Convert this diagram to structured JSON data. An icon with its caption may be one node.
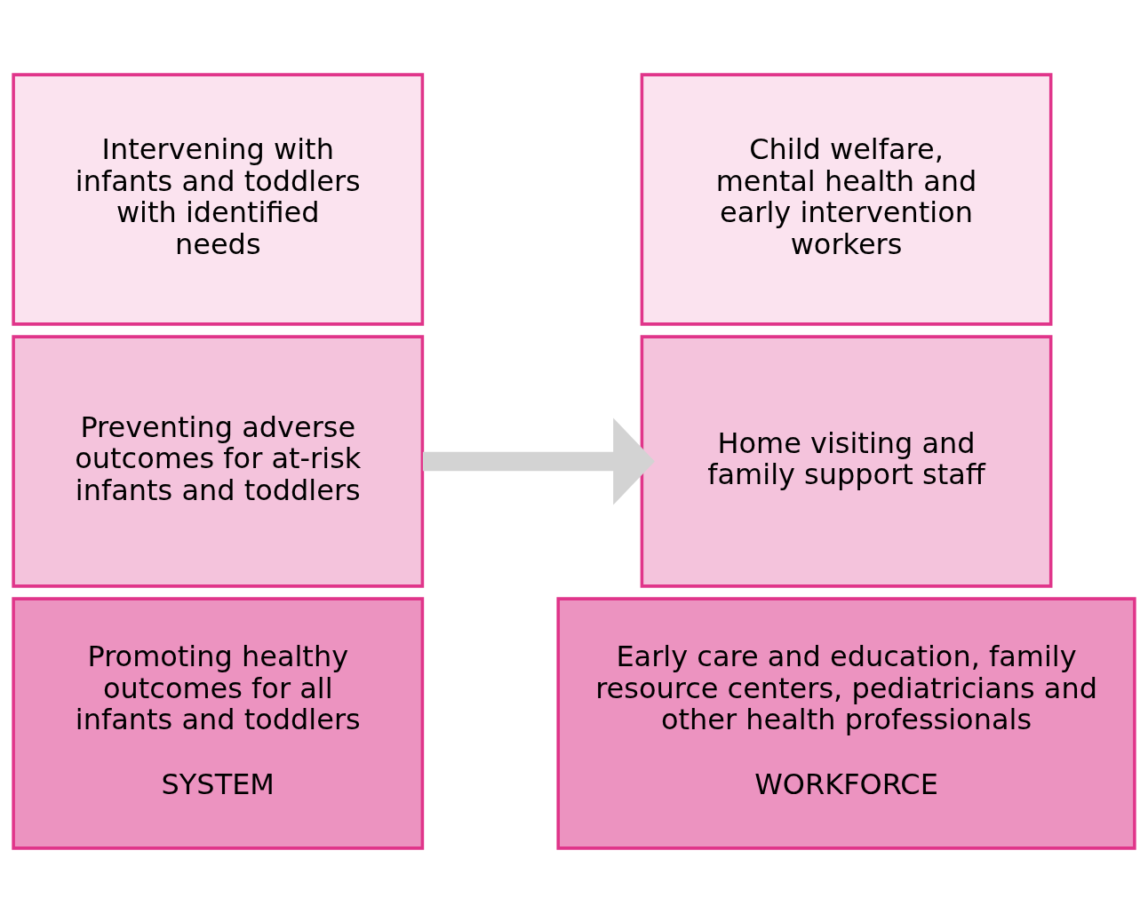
{
  "diagram": {
    "nodes": [
      {
        "text": [
          "Intervening with infants and toddlers with identified needs"
        ]
      },
      {
        "text": [
          "Preventing adverse outcomes for at-risk infants and toddlers"
        ]
      },
      {
        "text": [
          "Promoting healthy outcomes for all infants and toddlers",
          "SYSTEM"
        ]
      },
      {
        "text": [
          "Child welfare, mental health and early intervention workers"
        ]
      },
      {
        "text": [
          "Home visiting and family support staff"
        ]
      },
      {
        "text": [
          "Early care and education, family resource centers, pediatricians and other health professionals",
          "WORKFORCE"
        ]
      }
    ],
    "edges": [
      {
        "from": 1,
        "to": 4,
        "arrow": "to",
        "color": "#d3d3d3"
      }
    ]
  }
}
